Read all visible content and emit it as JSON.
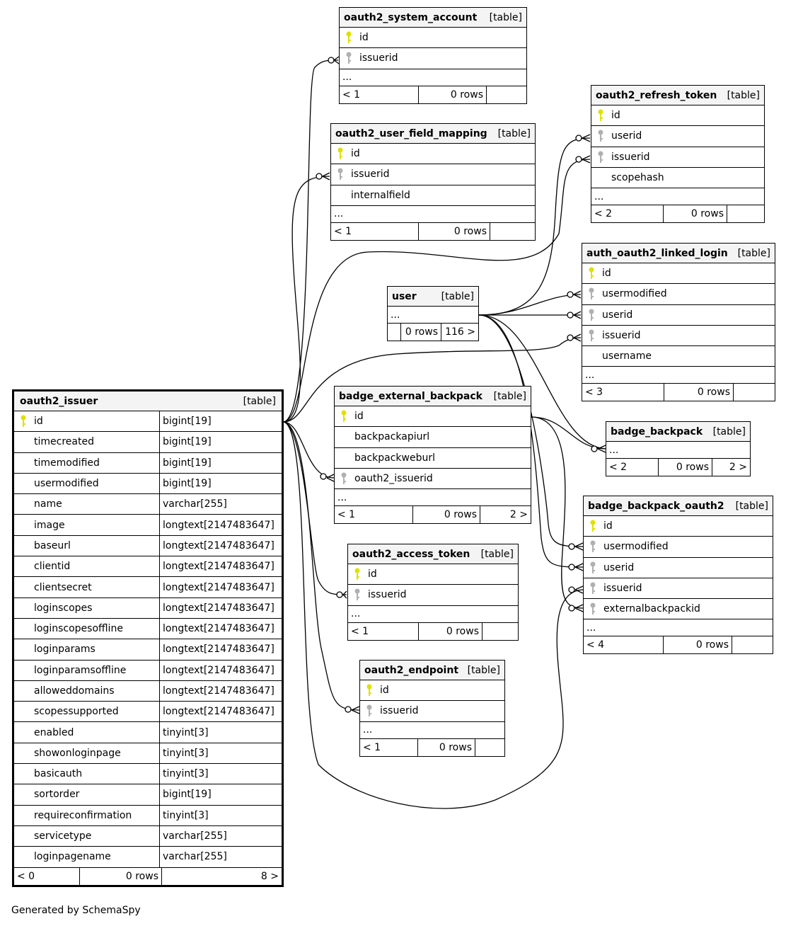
{
  "tables": {
    "oauth2_system_account": {
      "name": "oauth2_system_account",
      "type": "[table]",
      "rows": [
        "id",
        "issuerid"
      ],
      "ellipsis": "...",
      "foot": [
        "< 1",
        "0 rows",
        ""
      ]
    },
    "oauth2_user_field_mapping": {
      "name": "oauth2_user_field_mapping",
      "type": "[table]",
      "rows": [
        "id",
        "issuerid",
        "internalfield"
      ],
      "ellipsis": "...",
      "foot": [
        "< 1",
        "0 rows",
        ""
      ]
    },
    "oauth2_refresh_token": {
      "name": "oauth2_refresh_token",
      "type": "[table]",
      "rows": [
        "id",
        "userid",
        "issuerid",
        "scopehash"
      ],
      "ellipsis": "...",
      "foot": [
        "< 2",
        "0 rows",
        ""
      ]
    },
    "auth_oauth2_linked_login": {
      "name": "auth_oauth2_linked_login",
      "type": "[table]",
      "rows": [
        "id",
        "usermodified",
        "userid",
        "issuerid",
        "username"
      ],
      "ellipsis": "...",
      "foot": [
        "< 3",
        "0 rows",
        ""
      ]
    },
    "user": {
      "name": "user",
      "type": "[table]",
      "ellipsis": "...",
      "foot": [
        "",
        "0 rows",
        "116 >"
      ]
    },
    "badge_external_backpack": {
      "name": "badge_external_backpack",
      "type": "[table]",
      "rows": [
        "id",
        "backpackapiurl",
        "backpackweburl",
        "oauth2_issuerid"
      ],
      "ellipsis": "...",
      "foot": [
        "< 1",
        "0 rows",
        "2 >"
      ]
    },
    "badge_backpack": {
      "name": "badge_backpack",
      "type": "[table]",
      "ellipsis": "...",
      "foot": [
        "< 2",
        "0 rows",
        "2 >"
      ]
    },
    "badge_backpack_oauth2": {
      "name": "badge_backpack_oauth2",
      "type": "[table]",
      "rows": [
        "id",
        "usermodified",
        "userid",
        "issuerid",
        "externalbackpackid"
      ],
      "ellipsis": "...",
      "foot": [
        "< 4",
        "0 rows",
        ""
      ]
    },
    "oauth2_access_token": {
      "name": "oauth2_access_token",
      "type": "[table]",
      "rows": [
        "id",
        "issuerid"
      ],
      "ellipsis": "...",
      "foot": [
        "< 1",
        "0 rows",
        ""
      ]
    },
    "oauth2_endpoint": {
      "name": "oauth2_endpoint",
      "type": "[table]",
      "rows": [
        "id",
        "issuerid"
      ],
      "ellipsis": "...",
      "foot": [
        "< 1",
        "0 rows",
        ""
      ]
    },
    "oauth2_issuer": {
      "name": "oauth2_issuer",
      "type": "[table]",
      "columns": [
        {
          "name": "id",
          "type": "bigint[19]"
        },
        {
          "name": "timecreated",
          "type": "bigint[19]"
        },
        {
          "name": "timemodified",
          "type": "bigint[19]"
        },
        {
          "name": "usermodified",
          "type": "bigint[19]"
        },
        {
          "name": "name",
          "type": "varchar[255]"
        },
        {
          "name": "image",
          "type": "longtext[2147483647]"
        },
        {
          "name": "baseurl",
          "type": "longtext[2147483647]"
        },
        {
          "name": "clientid",
          "type": "longtext[2147483647]"
        },
        {
          "name": "clientsecret",
          "type": "longtext[2147483647]"
        },
        {
          "name": "loginscopes",
          "type": "longtext[2147483647]"
        },
        {
          "name": "loginscopesoffline",
          "type": "longtext[2147483647]"
        },
        {
          "name": "loginparams",
          "type": "longtext[2147483647]"
        },
        {
          "name": "loginparamsoffline",
          "type": "longtext[2147483647]"
        },
        {
          "name": "alloweddomains",
          "type": "longtext[2147483647]"
        },
        {
          "name": "scopessupported",
          "type": "longtext[2147483647]"
        },
        {
          "name": "enabled",
          "type": "tinyint[3]"
        },
        {
          "name": "showonloginpage",
          "type": "tinyint[3]"
        },
        {
          "name": "basicauth",
          "type": "tinyint[3]"
        },
        {
          "name": "sortorder",
          "type": "bigint[19]"
        },
        {
          "name": "requireconfirmation",
          "type": "tinyint[3]"
        },
        {
          "name": "servicetype",
          "type": "varchar[255]"
        },
        {
          "name": "loginpagename",
          "type": "varchar[255]"
        }
      ],
      "foot": [
        "< 0",
        "0 rows",
        "8 >"
      ]
    }
  },
  "colors": {
    "primary_key": "#e0e000",
    "foreign_key": "#b0b0b0",
    "header_bg": "#f4f4f4"
  },
  "footer": {
    "text": "Generated by SchemaSpy"
  }
}
